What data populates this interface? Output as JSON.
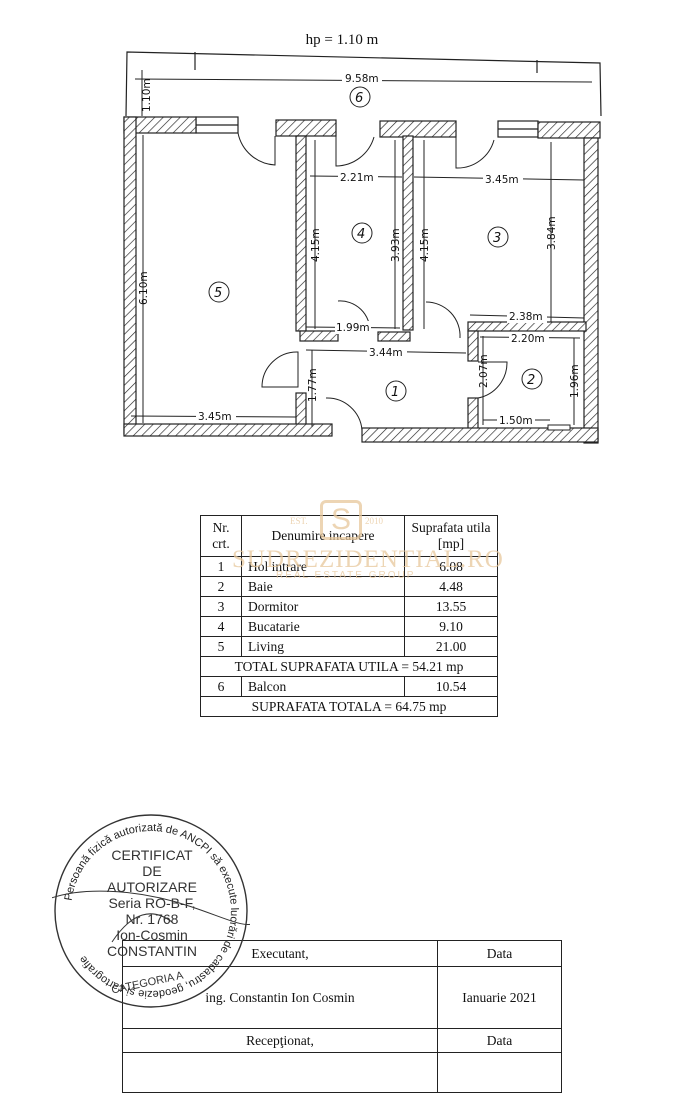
{
  "plan": {
    "height_label": "hp = 1.10 m",
    "dimensions": {
      "balcony_length": "9.58m",
      "balcony_width": "1.10m",
      "kitchen_width": "2.21m",
      "bedroom_width": "3.45m",
      "kitchen_left_height": "4.15m",
      "kitchen_right_height": "3.93m",
      "bedroom_left_height": "4.15m",
      "bedroom_right_height": "3.84m",
      "living_height": "6.10m",
      "living_width": "3.45m",
      "kitchen_bottom": "1.99m",
      "hall_width": "3.44m",
      "hall_height": "1.77m",
      "bath_top_outer": "2.38m",
      "bath_top_inner": "2.20m",
      "bath_left_height": "2.07m",
      "bath_right_height": "1.96m",
      "bath_bottom": "1.50m"
    },
    "room_numbers": [
      "1",
      "2",
      "3",
      "4",
      "5",
      "6"
    ]
  },
  "watermark": {
    "brand": "SUDREZIDENTIAL.RO",
    "tagline": "REAL ESTATE GROUP",
    "est": "EST.",
    "year": "2010",
    "logo_letter": "S",
    "color": "#e2b87c"
  },
  "area_table": {
    "headers": {
      "nr": "Nr. crt.",
      "name": "Denumire incapere",
      "area": "Suprafata utila [mp]"
    },
    "rows": [
      {
        "nr": "1",
        "name": "Hol intrare",
        "area": "6.08"
      },
      {
        "nr": "2",
        "name": "Baie",
        "area": "4.48"
      },
      {
        "nr": "3",
        "name": "Dormitor",
        "area": "13.55"
      },
      {
        "nr": "4",
        "name": "Bucatarie",
        "area": "9.10"
      },
      {
        "nr": "5",
        "name": "Living",
        "area": "21.00"
      }
    ],
    "total_useful": "TOTAL SUPRAFATA UTILA = 54.21 mp",
    "balcony": {
      "nr": "6",
      "name": "Balcon",
      "area": "10.54"
    },
    "total": "SUPRAFATA TOTALA = 64.75 mp"
  },
  "stamp": {
    "ring_text": "Persoană fizică autorizată de ANCPI să execute lucrări de cadastru, geodezie și cartografie",
    "line1": "CERTIFICAT",
    "line2": "DE",
    "line3": "AUTORIZARE",
    "line4": "Seria RO-B-F,",
    "line5": "Nr. 1768",
    "line6": "Ion-Cosmin",
    "line7": "CONSTANTIN",
    "category": "CATEGORIA A"
  },
  "sign_table": {
    "executant_label": "Executant,",
    "date_label": "Data",
    "executant_name": "ing. Constantin Ion Cosmin",
    "executant_date": "Ianuarie 2021",
    "received_label": "Recepţionat,",
    "received_date_label": "Data",
    "received_name": "",
    "received_date": ""
  }
}
